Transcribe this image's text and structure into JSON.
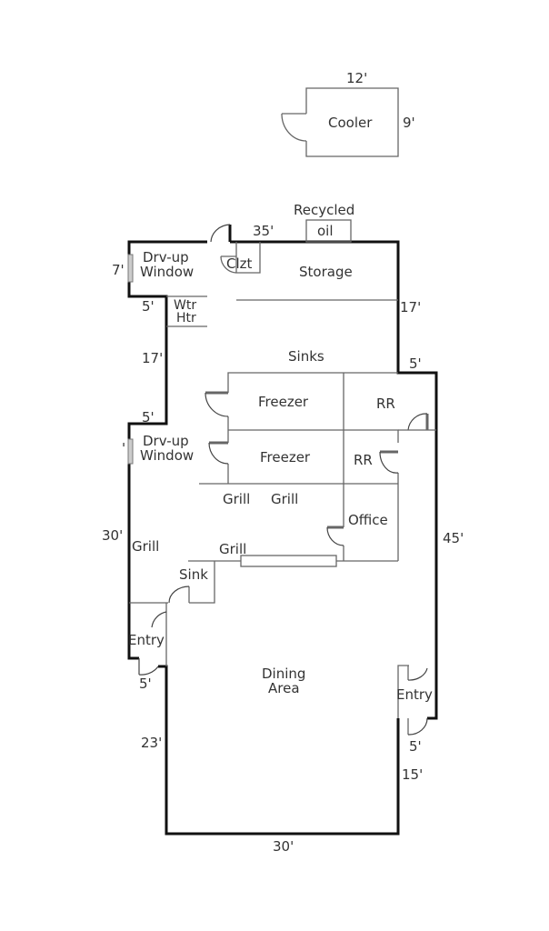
{
  "title": "Restaurant floor plan",
  "cooler": {
    "label": "Cooler",
    "width_dim": "12'",
    "depth_dim": "9'"
  },
  "rooms": {
    "recycled": "Recycled",
    "oil": "oil",
    "clzt": "Clzt",
    "storage": "Storage",
    "drive_up_top_1": "Drv-up",
    "drive_up_top_2": "Window",
    "wtr": "Wtr",
    "htr": "Htr",
    "sinks": "Sinks",
    "freezer_1": "Freezer",
    "freezer_2": "Freezer",
    "rr_1": "RR",
    "rr_2": "RR",
    "drive_up_mid_1": "Drv-up",
    "drive_up_mid_2": "Window",
    "grill_1": "Grill",
    "grill_2": "Grill",
    "grill_3": "Grill",
    "grill_4": "Grill",
    "office": "Office",
    "sink": "Sink",
    "entry_left": "Entry",
    "entry_right": "Entry",
    "dining_1": "Dining",
    "dining_2": "Area"
  },
  "dimensions": {
    "top": "35'",
    "left_window": "7'",
    "left_step_top": "5'",
    "left_17": "17'",
    "left_step_mid": "5'",
    "left_tick": "'",
    "left_30": "30'",
    "left_entry": "5'",
    "left_23": "23'",
    "right_17": "17'",
    "right_step": "5'",
    "right_45": "45'",
    "right_entry": "5'",
    "right_15": "15'",
    "bottom": "30'"
  }
}
